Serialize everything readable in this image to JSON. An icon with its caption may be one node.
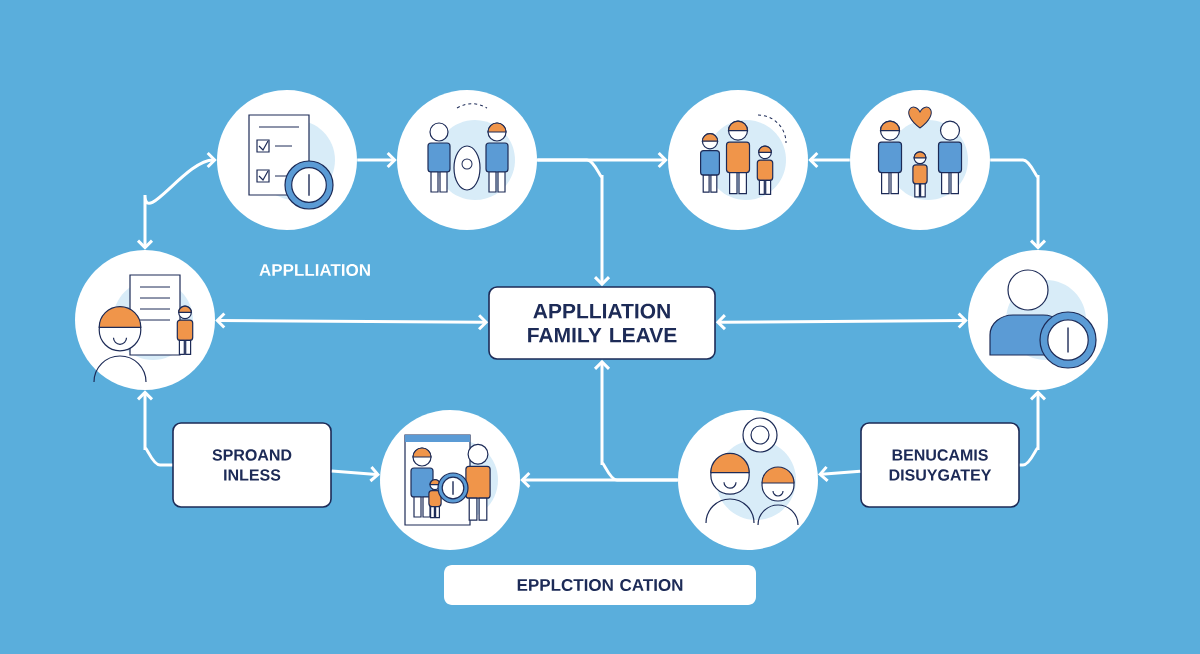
{
  "diagram": {
    "nodes": [
      {
        "text": [],
        "shape": "picture"
      },
      {
        "text": [],
        "shape": "picture"
      },
      {
        "text": [],
        "shape": "picture"
      },
      {
        "text": [],
        "shape": "picture"
      },
      {
        "text": [],
        "shape": "picture"
      },
      {
        "text": [
          "APPLLIATION FAMILY LEAVE"
        ]
      },
      {
        "text": [],
        "shape": "picture"
      },
      {
        "text": [
          "SPROAND INLESS"
        ]
      },
      {
        "text": [],
        "shape": "picture"
      },
      {
        "text": [],
        "shape": "picture"
      },
      {
        "text": [
          "BENUCAMIS DISUYGATEY"
        ]
      },
      {
        "text": [
          "EPPLCTION CATION"
        ]
      }
    ],
    "edges": [
      {
        "from": 4,
        "to": 0,
        "arrow": "both"
      },
      {
        "from": 0,
        "to": 1,
        "arrow": "to"
      },
      {
        "from": 1,
        "to": 2,
        "arrow": "to"
      },
      {
        "from": 1,
        "to": 5,
        "arrow": "to"
      },
      {
        "from": 3,
        "to": 2,
        "arrow": "to"
      },
      {
        "from": 3,
        "to": 6,
        "arrow": "to"
      },
      {
        "from": 4,
        "to": 5,
        "arrow": "both"
      },
      {
        "from": 5,
        "to": 6,
        "arrow": "both"
      },
      {
        "from": 7,
        "to": 4,
        "arrow": "to"
      },
      {
        "from": 7,
        "to": 8,
        "arrow": "to"
      },
      {
        "from": 9,
        "to": 8,
        "arrow": "to"
      },
      {
        "from": 9,
        "to": 5,
        "arrow": "to"
      },
      {
        "from": 10,
        "to": 9,
        "arrow": "to"
      },
      {
        "from": 10,
        "to": 6,
        "arrow": "to"
      }
    ],
    "labels": [
      "APPLLIATION"
    ]
  }
}
